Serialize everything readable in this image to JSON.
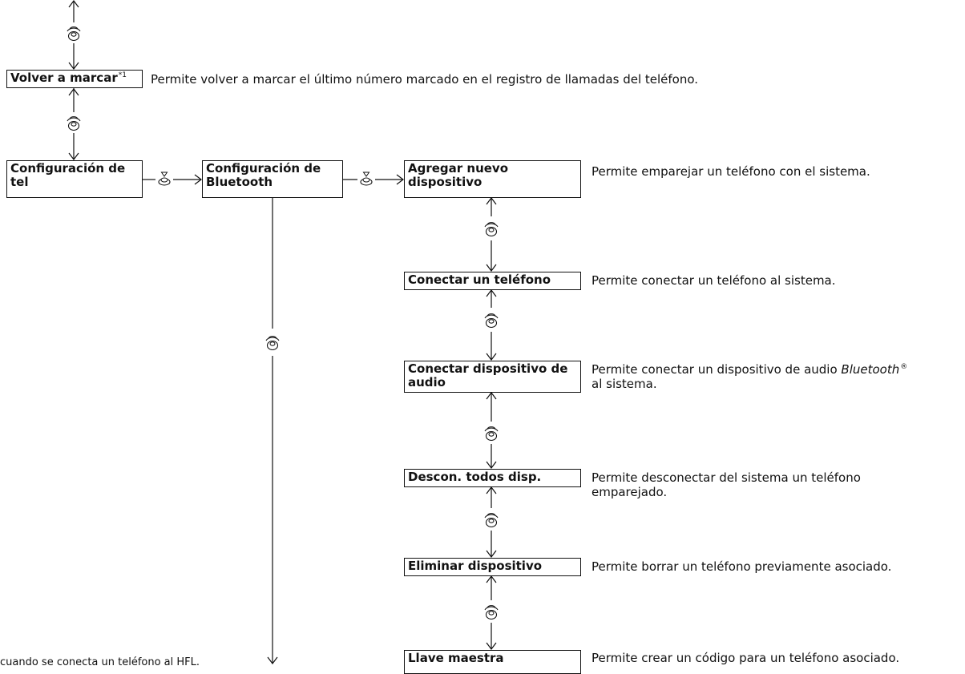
{
  "boxes": {
    "redial": {
      "label": "Volver a marcar",
      "sup": "*1"
    },
    "phone_settings": {
      "label": "Configuración de tel"
    },
    "bt_settings": {
      "label": "Configuración de Bluetooth"
    },
    "add_device": {
      "label": "Agregar nuevo dispositivo"
    },
    "connect_phone": {
      "label": "Conectar un teléfono"
    },
    "connect_audio": {
      "label": "Conectar dispositivo de audio"
    },
    "disconnect_all": {
      "label": "Descon. todos disp."
    },
    "delete_device": {
      "label": "Eliminar dispositivo"
    },
    "pass_key": {
      "label": "Llave maestra"
    }
  },
  "descriptions": {
    "redial": "Permite volver a marcar el último número marcado en el registro de llamadas del teléfono.",
    "add_device": "Permite emparejar un teléfono con el sistema.",
    "connect_phone": "Permite conectar un teléfono al sistema.",
    "connect_audio_a": "Permite conectar un dispositivo de audio ",
    "connect_audio_em": "Bluetooth",
    "connect_audio_reg": "®",
    "connect_audio_b": "al sistema.",
    "disconnect_all": "Permite desconectar del sistema un teléfono emparejado.",
    "delete_device": "Permite borrar un teléfono previamente asociado.",
    "pass_key": "Permite crear un código para un teléfono asociado."
  },
  "footnote": "cuando se conecta un teléfono al HFL."
}
